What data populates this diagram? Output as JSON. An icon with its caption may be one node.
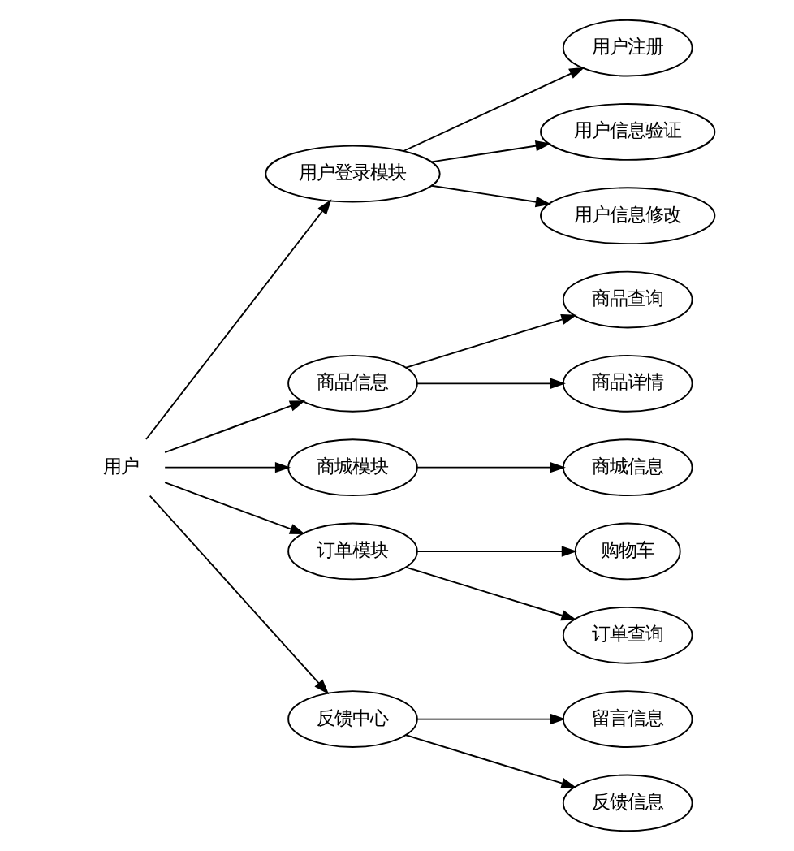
{
  "diagram": {
    "nodes": [
      {
        "text": [
          "用户"
        ]
      },
      {
        "text": [
          "用户登录模块"
        ]
      },
      {
        "text": [
          "用户注册"
        ]
      },
      {
        "text": [
          "用户信息验证"
        ]
      },
      {
        "text": [
          "用户信息修改"
        ]
      },
      {
        "text": [
          "商品信息"
        ]
      },
      {
        "text": [
          "商品查询"
        ]
      },
      {
        "text": [
          "商品详情"
        ]
      },
      {
        "text": [
          "商城模块"
        ]
      },
      {
        "text": [
          "商城信息"
        ]
      },
      {
        "text": [
          "订单模块"
        ]
      },
      {
        "text": [
          "购物车"
        ]
      },
      {
        "text": [
          "订单查询"
        ]
      },
      {
        "text": [
          "反馈中心"
        ]
      },
      {
        "text": [
          "留言信息"
        ]
      },
      {
        "text": [
          "反馈信息"
        ]
      }
    ],
    "edges": [
      {
        "from": 0,
        "to": 1,
        "arrow": "to"
      },
      {
        "from": 0,
        "to": 5,
        "arrow": "to"
      },
      {
        "from": 0,
        "to": 8,
        "arrow": "to"
      },
      {
        "from": 0,
        "to": 10,
        "arrow": "to"
      },
      {
        "from": 0,
        "to": 13,
        "arrow": "to"
      },
      {
        "from": 1,
        "to": 2,
        "arrow": "to"
      },
      {
        "from": 1,
        "to": 3,
        "arrow": "to"
      },
      {
        "from": 1,
        "to": 4,
        "arrow": "to"
      },
      {
        "from": 5,
        "to": 6,
        "arrow": "to"
      },
      {
        "from": 5,
        "to": 7,
        "arrow": "to"
      },
      {
        "from": 8,
        "to": 9,
        "arrow": "to"
      },
      {
        "from": 10,
        "to": 11,
        "arrow": "to"
      },
      {
        "from": 10,
        "to": 12,
        "arrow": "to"
      },
      {
        "from": 13,
        "to": 14,
        "arrow": "to"
      },
      {
        "from": 13,
        "to": 15,
        "arrow": "to"
      }
    ]
  }
}
